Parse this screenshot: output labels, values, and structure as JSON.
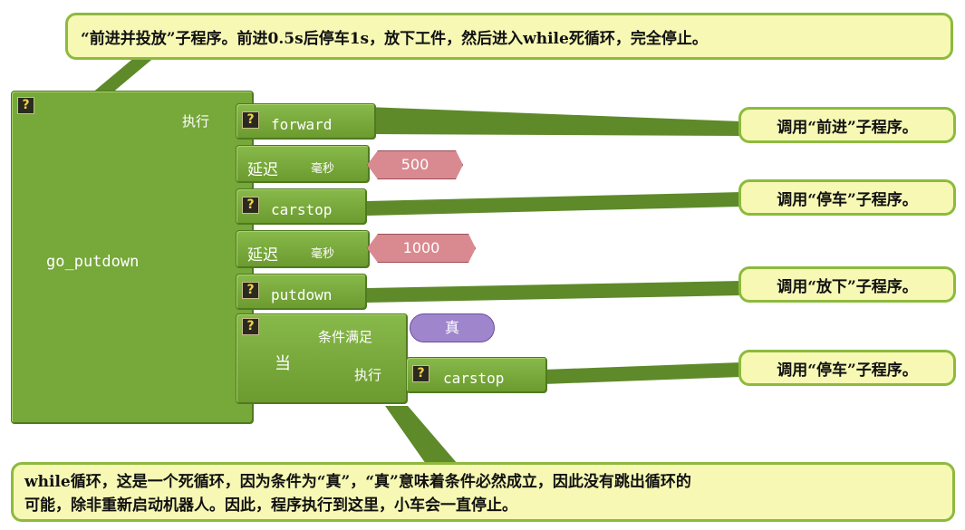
{
  "callouts": {
    "top": "“前进并投放”子程序。前进0.5s后停车1s，放下工件，然后进入while死循环，完全停止。",
    "forward": "调用“前进”子程序。",
    "carstop1": "调用“停车”子程序。",
    "putdown": "调用“放下”子程序。",
    "carstop2": "调用“停车”子程序。",
    "bottom_line1": "while循环，这是一个死循环，因为条件为“真”，“真”意味着条件必然成立，因此没有跳出循环的",
    "bottom_line2": "可能，除非重新启动机器人。因此，程序执行到这里，小车会一直停止。"
  },
  "blocks": {
    "qmark": "?",
    "procedure_name": "go_putdown",
    "do_label": "执行",
    "call_forward": "forward",
    "delay_label": "延迟",
    "ms_label": "毫秒",
    "delay1_value": "500",
    "call_carstop1": "carstop",
    "delay2_value": "1000",
    "call_putdown": "putdown",
    "while_label": "当",
    "condition_label": "条件满足",
    "condition_value": "真",
    "while_do_label": "执行",
    "call_carstop2": "carstop"
  },
  "colors": {
    "block_green": "#76a83a",
    "connector_green": "#5e8a2a",
    "callout_fill": "#f6f8b4",
    "callout_border": "#8dba3e",
    "number_pink": "#d98a91",
    "bool_purple": "#9f86cc"
  }
}
